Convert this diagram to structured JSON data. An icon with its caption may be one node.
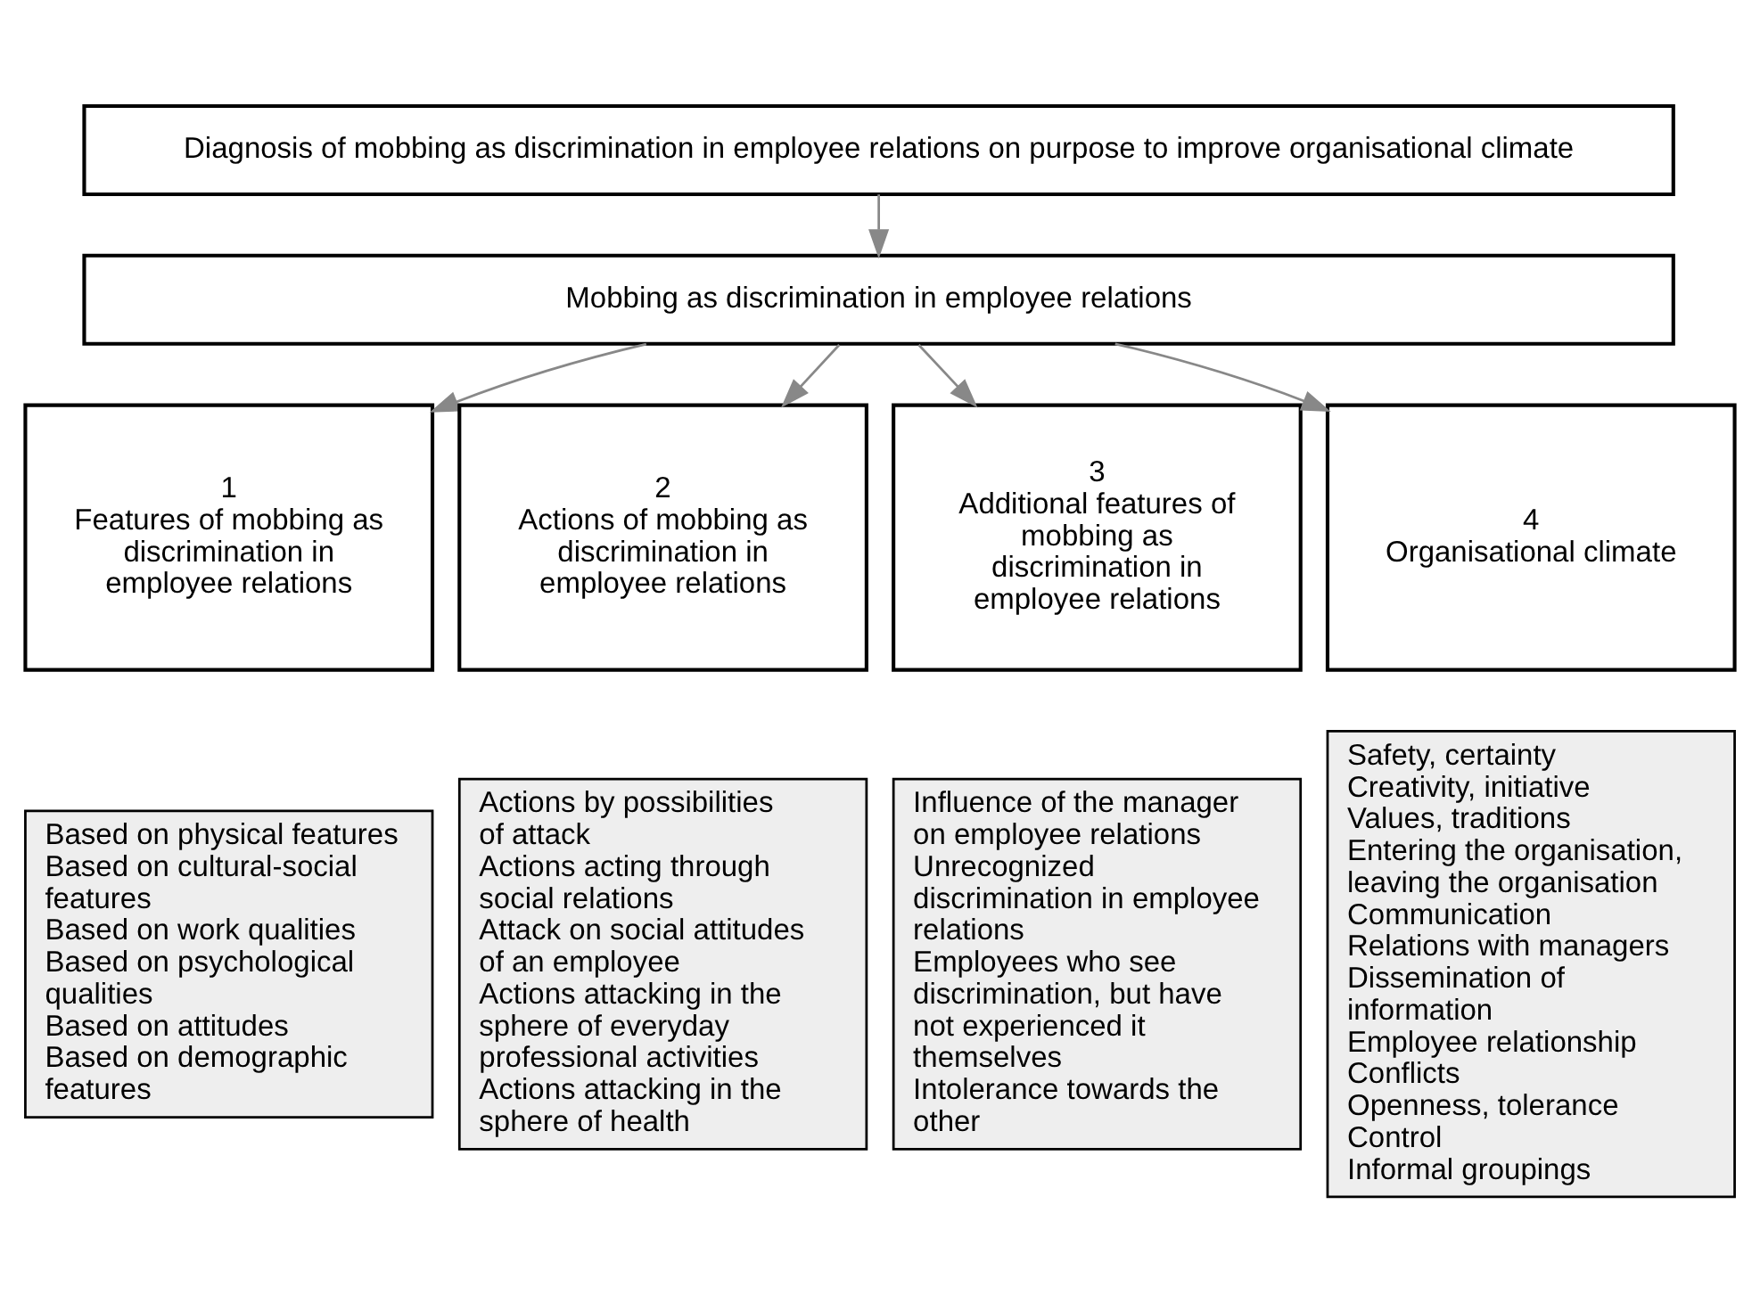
{
  "diagram": {
    "nodes": [
      {
        "text": [
          "Diagnosis of mobbing as discrimination in employee relations on purpose to improve organisational climate"
        ]
      },
      {
        "text": [
          "Mobbing as discrimination in employee relations"
        ]
      },
      {
        "text": [
          "1",
          "Features of mobbing as discrimination in employee relations"
        ]
      },
      {
        "text": [
          "Based on physical features",
          "Based on cultural-social features",
          "Based on work qualities",
          "Based on psychological qualities",
          "Based on attitudes",
          "Based on demographic features"
        ]
      },
      {
        "text": [
          "2",
          "Actions of mobbing as discrimination in employee relations"
        ]
      },
      {
        "text": [
          "Actions by possibilities of attack",
          "Actions acting through social relations",
          "Attack on social attitudes of an employee",
          "Actions attacking in the sphere of everyday professional activities",
          "Actions attacking in the sphere of health"
        ]
      },
      {
        "text": [
          "3",
          "Additional features of mobbing as discrimination in employee relations"
        ]
      },
      {
        "text": [
          "Influence of the manager on employee relations",
          "Unrecognized discrimination in employee relations",
          "Employees who see discrimination, but have not experienced it themselves",
          "Intolerance towards the other"
        ]
      },
      {
        "text": [
          "4",
          "Organisational climate"
        ]
      },
      {
        "text": [
          "Safety, certainty",
          "Creativity, initiative",
          "Values, traditions",
          "Entering the organisation, leaving the organisation",
          "Communication",
          "Relations with managers",
          "Dissemination of information",
          "Employee relationship",
          "Conflicts",
          "Openness, tolerance",
          "Control",
          "Informal groupings"
        ]
      }
    ],
    "edges": [
      {
        "from": 0,
        "to": 1,
        "arrow": "to"
      },
      {
        "from": 1,
        "to": 2,
        "arrow": "to"
      },
      {
        "from": 1,
        "to": 4,
        "arrow": "to"
      },
      {
        "from": 1,
        "to": 6,
        "arrow": "to"
      },
      {
        "from": 1,
        "to": 8,
        "arrow": "to"
      }
    ]
  }
}
